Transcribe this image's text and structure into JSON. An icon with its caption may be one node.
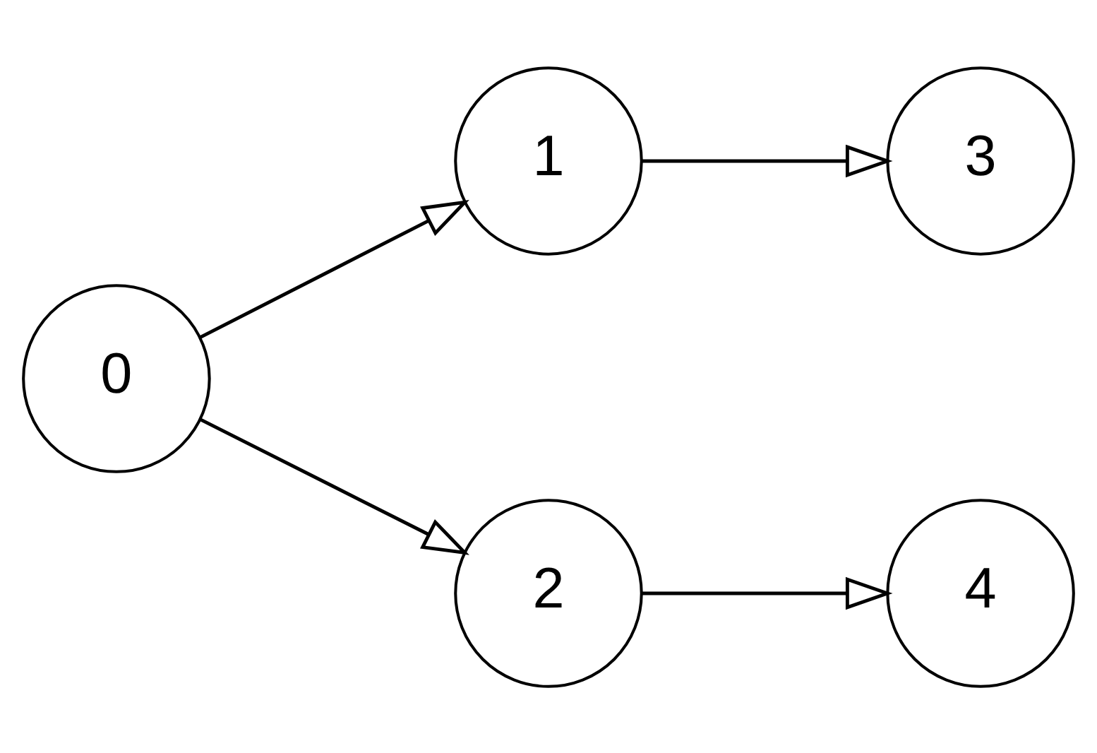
{
  "diagram": {
    "nodes": [
      {
        "text": [
          "0"
        ]
      },
      {
        "text": [
          "1"
        ]
      },
      {
        "text": [
          "2"
        ]
      },
      {
        "text": [
          "3"
        ]
      },
      {
        "text": [
          "4"
        ]
      }
    ],
    "edges": [
      {
        "from": 0,
        "to": 1,
        "arrow": "to"
      },
      {
        "from": 0,
        "to": 2,
        "arrow": "to"
      },
      {
        "from": 1,
        "to": 3,
        "arrow": "to"
      },
      {
        "from": 2,
        "to": 4,
        "arrow": "to"
      }
    ]
  }
}
